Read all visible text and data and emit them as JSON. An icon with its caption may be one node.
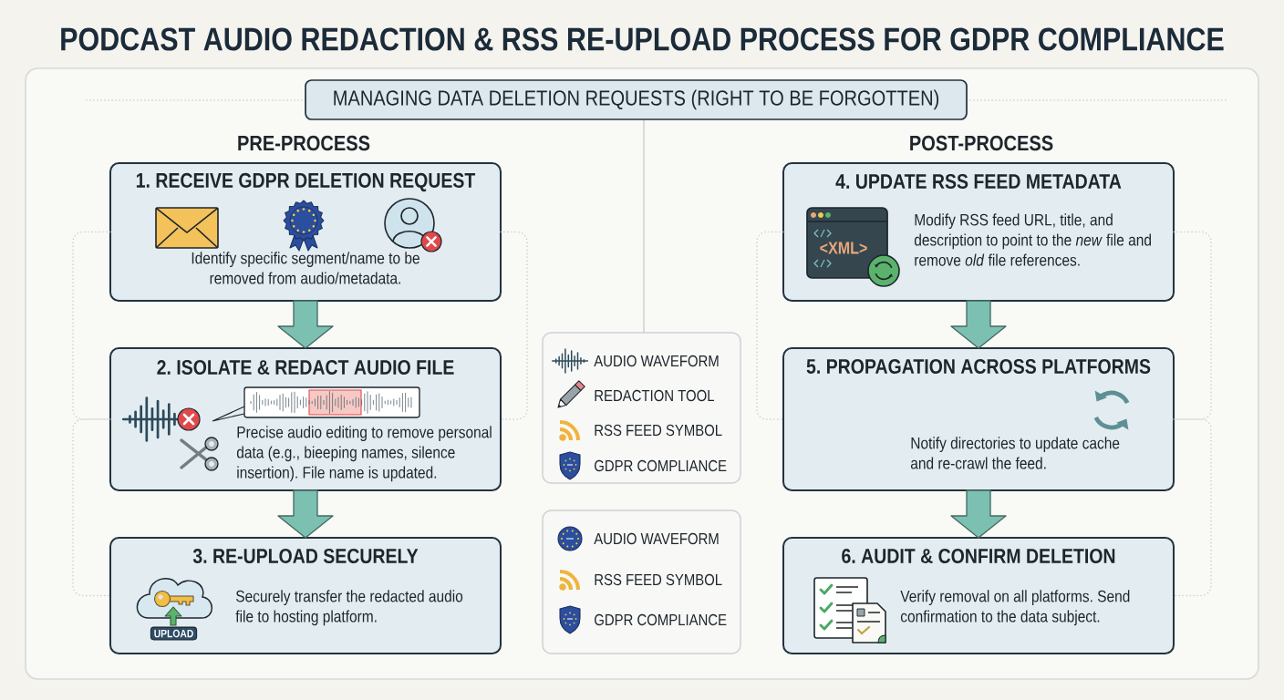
{
  "diagram": {
    "title": "PODCAST AUDIO REDACTION & RSS RE-UPLOAD PROCESS FOR GDPR COMPLIANCE",
    "nodes": [
      {
        "text": [
          "MANAGING DATA DELETION REQUESTS (RIGHT TO BE FORGOTTEN)"
        ]
      },
      {
        "text": [
          "1. RECEIVE GDPR DELETION REQUEST",
          "Identify specific segment/name to be removed from audio/metadata."
        ]
      },
      {
        "text": [
          "2. ISOLATE & REDACT AUDIO FILE",
          "Precise audio editing to remove personal data (e.g., bieeping names, silence insertion). File name is updated."
        ]
      },
      {
        "text": [
          "3. RE-UPLOAD SECURELY",
          "Securely transfer the redacted audio file to hosting platform."
        ]
      },
      {
        "text": [
          "4. UPDATE RSS FEED METADATA",
          "Modify RSS feed URL, title, and description to point to the *new* file and remove *old* file references."
        ]
      },
      {
        "text": [
          "5. PROPAGATION ACROSS PLATFORMS",
          "Notify directories to update cache and re-crawl the feed."
        ]
      },
      {
        "text": [
          "6. AUDIT & CONFIRM DELETION",
          "Verify removal on all platforms. Send confirmation to the data subject."
        ]
      }
    ],
    "edges": [
      {
        "from": 1,
        "to": 2,
        "arrow": "to",
        "style": "thick",
        "color": "#7cc0b2"
      },
      {
        "from": 2,
        "to": 3,
        "arrow": "to",
        "style": "thick",
        "color": "#7cc0b2"
      },
      {
        "from": 4,
        "to": 5,
        "arrow": "to",
        "style": "thick",
        "color": "#7cc0b2"
      },
      {
        "from": 5,
        "to": 6,
        "arrow": "to",
        "style": "thick",
        "color": "#7cc0b2"
      },
      {
        "from": 1,
        "to": 2,
        "arrow": "none",
        "style": "dashed"
      },
      {
        "from": 2,
        "to": 3,
        "arrow": "none",
        "style": "dashed"
      },
      {
        "from": 1,
        "to": 2,
        "arrow": "none",
        "style": "dashed"
      },
      {
        "from": 4,
        "to": 5,
        "arrow": "none",
        "style": "dashed"
      },
      {
        "from": 4,
        "to": 5,
        "arrow": "none",
        "style": "dashed"
      },
      {
        "from": 5,
        "to": 6,
        "arrow": "none",
        "style": "dashed"
      }
    ],
    "labels": [
      "PRE-PROCESS",
      "POST-PROCESS",
      "<XML>",
      "UPLOAD"
    ],
    "legend": [
      {
        "text": "AUDIO WAVEFORM"
      },
      {
        "text": "REDACTION TOOL"
      },
      {
        "text": "RSS FEED SYMBOL"
      },
      {
        "text": "GDPR COMPLIANCE"
      },
      {
        "text": "AUDIO WAVEFORM"
      },
      {
        "text": "RSS FEED SYMBOL"
      },
      {
        "text": "GDPR COMPLIANCE"
      }
    ]
  }
}
